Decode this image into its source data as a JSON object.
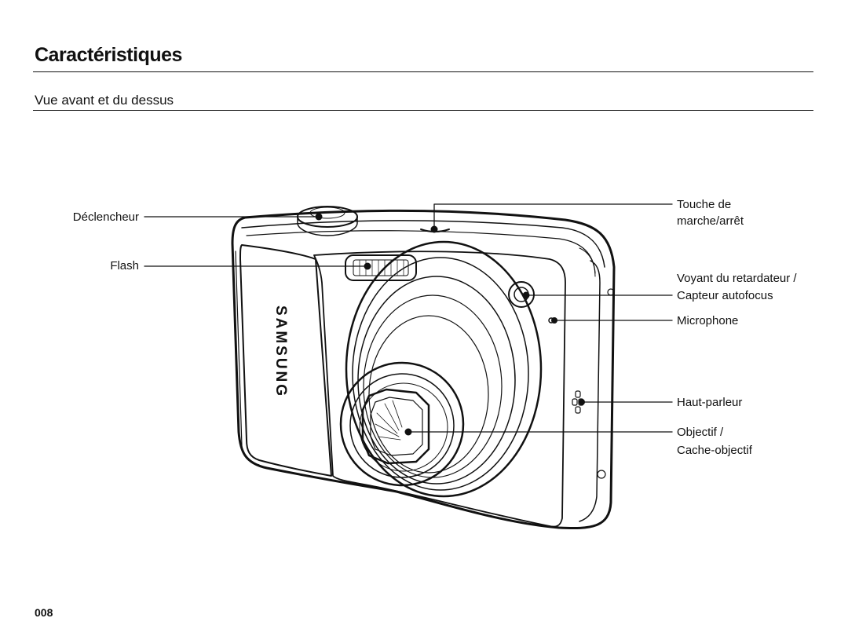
{
  "page": {
    "title": "Caractéristiques",
    "subtitle": "Vue avant et du dessus",
    "page_number": "008"
  },
  "camera": {
    "brand": "SAMSUNG"
  },
  "callouts": {
    "shutter": "Déclencheur",
    "flash": "Flash",
    "power_line1": "Touche de",
    "power_line2": "marche/arrêt",
    "timer_line1": "Voyant du retardateur /",
    "timer_line2": "Capteur autofocus",
    "microphone": "Microphone",
    "speaker": "Haut-parleur",
    "lens_line1": "Objectif /",
    "lens_line2": "Cache-objectif"
  }
}
